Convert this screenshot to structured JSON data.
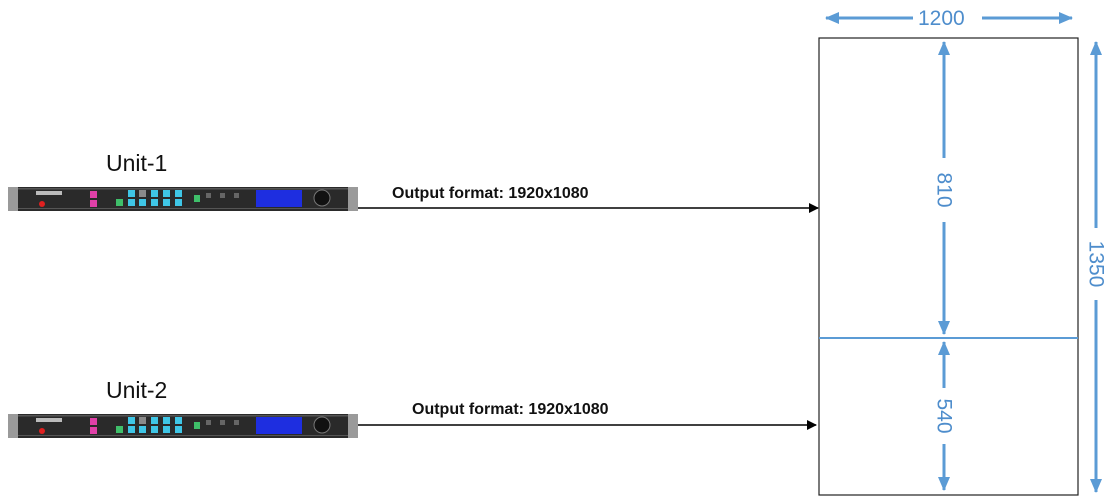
{
  "units": [
    {
      "label": "Unit-1",
      "output": "Output format: 1920x1080"
    },
    {
      "label": "Unit-2",
      "output": "Output format: 1920x1080"
    }
  ],
  "dimensions": {
    "width": "1200",
    "height_total": "1350",
    "section_top": "810",
    "section_bottom": "540"
  },
  "colors": {
    "dimension": "#5b9bd5",
    "device_body": "#2a2a2a",
    "device_rack": "#9a9a9a",
    "button_magenta": "#e040a8",
    "button_cyan": "#3fc6e6",
    "button_green": "#3fbf6a",
    "button_gray": "#8a8a8a",
    "lcd": "#1e2ee0",
    "power_red": "#e02020"
  }
}
